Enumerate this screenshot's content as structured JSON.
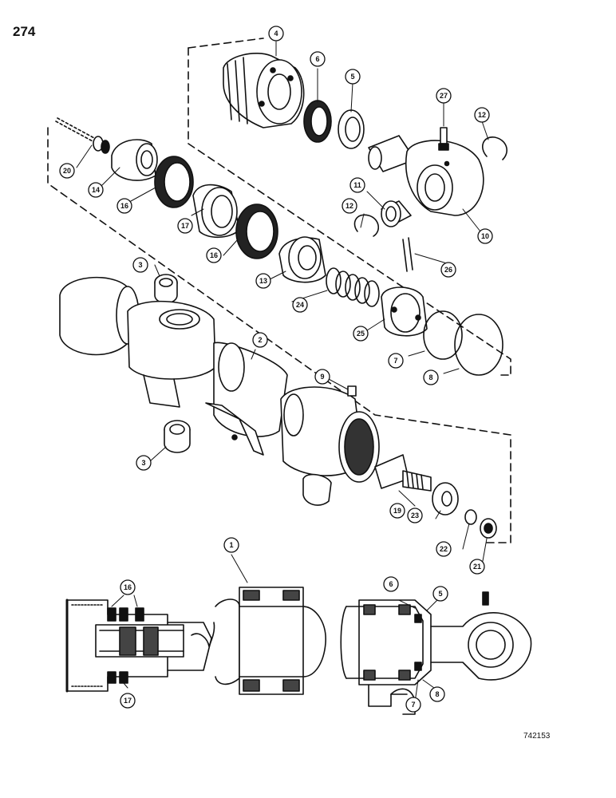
{
  "page": {
    "number": "274",
    "figure_id": "742153"
  },
  "callouts": [
    "4",
    "6",
    "5",
    "27",
    "12",
    "20",
    "14",
    "16",
    "17",
    "16",
    "11",
    "12",
    "10",
    "13",
    "26",
    "3",
    "24",
    "25",
    "7",
    "8",
    "2",
    "9",
    "3",
    "19",
    "23",
    "22",
    "21",
    "1",
    "16",
    "6",
    "5",
    "17",
    "7",
    "8"
  ],
  "colors": {
    "ink": "#111111",
    "paper": "#ffffff",
    "shade": "#2a2a2a"
  }
}
